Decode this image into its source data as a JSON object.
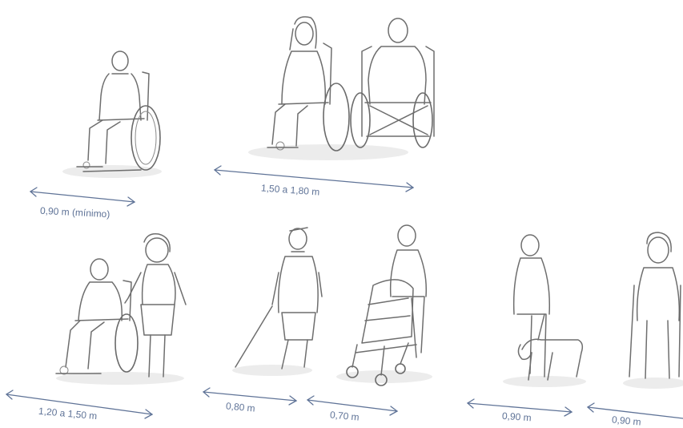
{
  "dimensions": [
    {
      "id": "single-wheelchair",
      "label": "0,90 m (mínimo)"
    },
    {
      "id": "two-wheelchairs",
      "label": "1,50 a 1,80 m"
    },
    {
      "id": "wheelchair-with-companion",
      "label": "1,20 a 1,50 m"
    },
    {
      "id": "person-with-cane",
      "label": "0,80 m"
    },
    {
      "id": "person-with-stroller",
      "label": "0,70 m"
    },
    {
      "id": "person-with-guide-dog",
      "label": "0,90 m"
    },
    {
      "id": "person-with-crutches",
      "label": "0,90 m"
    }
  ]
}
